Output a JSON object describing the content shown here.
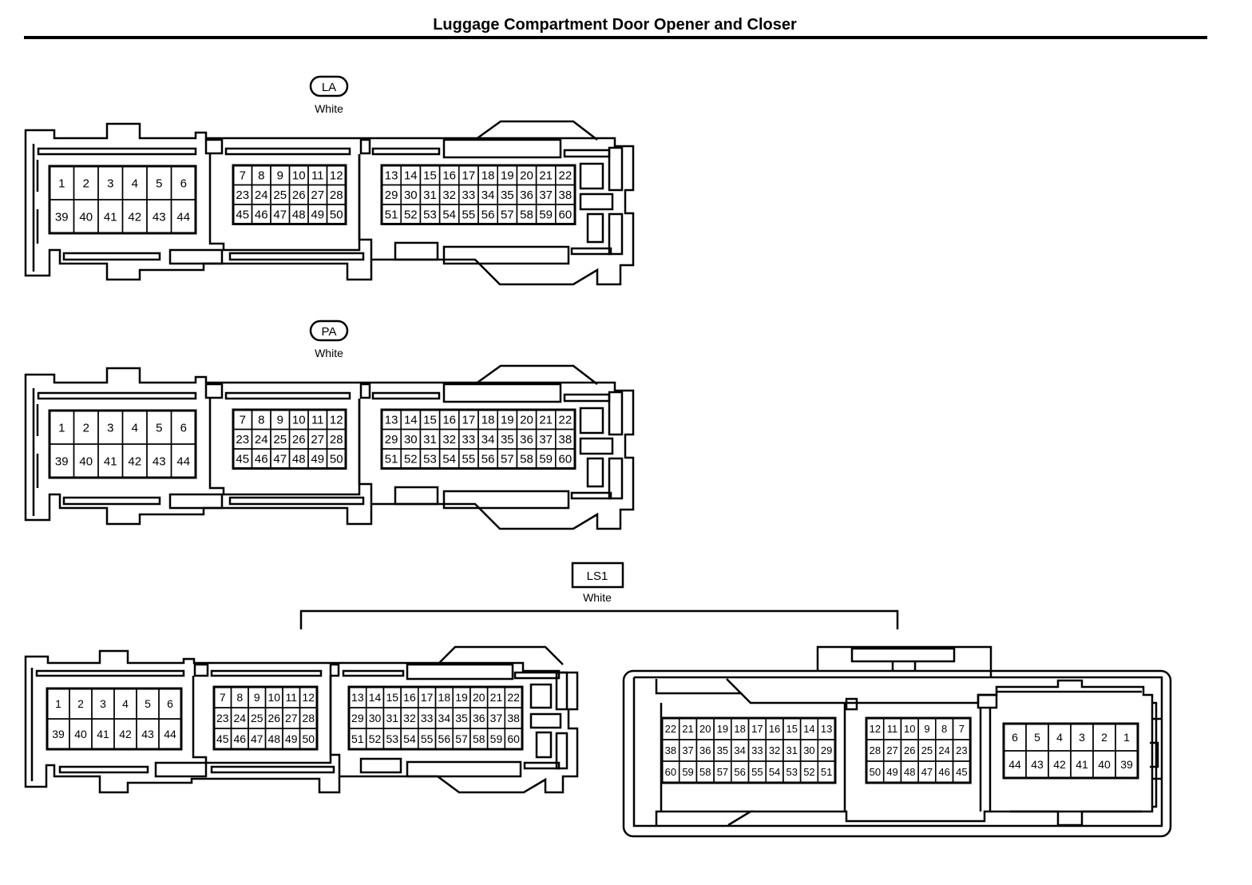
{
  "title": "Luggage Compartment Door Opener and Closer",
  "connectors": {
    "la": {
      "code": "LA",
      "color": "White"
    },
    "pa": {
      "code": "PA",
      "color": "White"
    },
    "ls1": {
      "code": "LS1",
      "color": "White"
    }
  },
  "pin_blocks": {
    "left": [
      [
        "1",
        "2",
        "3",
        "4",
        "5",
        "6"
      ],
      [
        "39",
        "40",
        "41",
        "42",
        "43",
        "44"
      ]
    ],
    "mid": [
      [
        "7",
        "8",
        "9",
        "10",
        "11",
        "12"
      ],
      [
        "23",
        "24",
        "25",
        "26",
        "27",
        "28"
      ],
      [
        "45",
        "46",
        "47",
        "48",
        "49",
        "50"
      ]
    ],
    "right": [
      [
        "13",
        "14",
        "15",
        "16",
        "17",
        "18",
        "19",
        "20",
        "21",
        "22"
      ],
      [
        "29",
        "30",
        "31",
        "32",
        "33",
        "34",
        "35",
        "36",
        "37",
        "38"
      ],
      [
        "51",
        "52",
        "53",
        "54",
        "55",
        "56",
        "57",
        "58",
        "59",
        "60"
      ]
    ],
    "mate_left": [
      [
        "22",
        "21",
        "20",
        "19",
        "18",
        "17",
        "16",
        "15",
        "14",
        "13"
      ],
      [
        "38",
        "37",
        "36",
        "35",
        "34",
        "33",
        "32",
        "31",
        "30",
        "29"
      ],
      [
        "60",
        "59",
        "58",
        "57",
        "56",
        "55",
        "54",
        "53",
        "52",
        "51"
      ]
    ],
    "mate_mid": [
      [
        "12",
        "11",
        "10",
        "9",
        "8",
        "7"
      ],
      [
        "28",
        "27",
        "26",
        "25",
        "24",
        "23"
      ],
      [
        "50",
        "49",
        "48",
        "47",
        "46",
        "45"
      ]
    ],
    "mate_right": [
      [
        "6",
        "5",
        "4",
        "3",
        "2",
        "1"
      ],
      [
        "44",
        "43",
        "42",
        "41",
        "40",
        "39"
      ]
    ]
  }
}
